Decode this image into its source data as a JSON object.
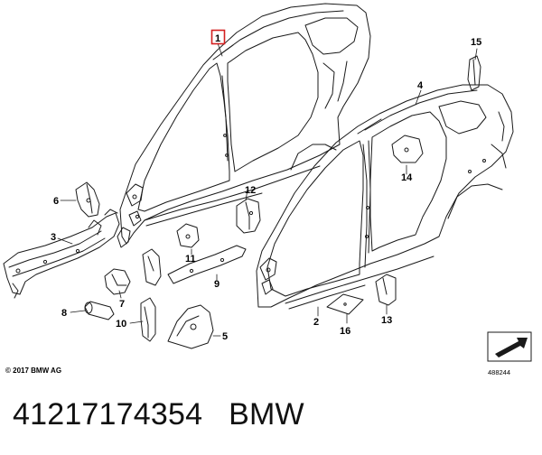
{
  "callouts": {
    "c1": "1",
    "c2": "2",
    "c3": "3",
    "c4": "4",
    "c5": "5",
    "c6": "6",
    "c7": "7",
    "c8": "8",
    "c9": "9",
    "c10": "10",
    "c11": "11",
    "c12": "12",
    "c13": "13",
    "c14": "14",
    "c15": "15",
    "c16": "16"
  },
  "highlight_color": "#d42020",
  "copyright": "© 2017 BMW AG",
  "diagram_number": "488244",
  "caption": "41217174354   BMW"
}
